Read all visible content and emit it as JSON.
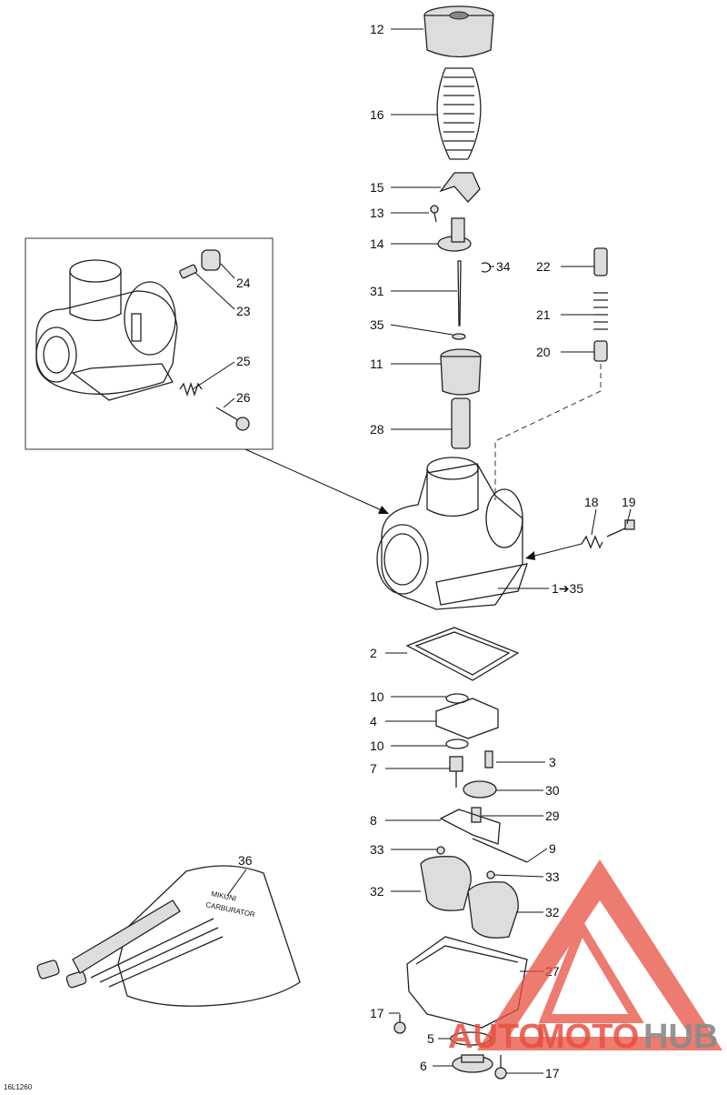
{
  "figure_code": "16L1260",
  "watermark": {
    "part1": "AUTO",
    "part2": "MOTO",
    "part3": "HUB",
    "color_red": "#e8503f",
    "color_gray": "#8a8a8a"
  },
  "labels": {
    "l12": "12",
    "l16": "16",
    "l15": "15",
    "l13": "13",
    "l14": "14",
    "l34": "34",
    "l22": "22",
    "l31": "31",
    "l21": "21",
    "l35": "35",
    "l20": "20",
    "l11": "11",
    "l28": "28",
    "l24": "24",
    "l23": "23",
    "l25": "25",
    "l26": "26",
    "l18": "18",
    "l19": "19",
    "l1": "1➔35",
    "l2": "2",
    "l10a": "10",
    "l4": "4",
    "l10b": "10",
    "l3": "3",
    "l7": "7",
    "l30": "30",
    "l8": "8",
    "l29": "29",
    "l33a": "33",
    "l9": "9",
    "l36": "36",
    "l32a": "32",
    "l33b": "33",
    "l32b": "32",
    "l27": "27",
    "l17a": "17",
    "l5": "5",
    "l6": "6",
    "l17b": "17"
  },
  "toolkit_text": {
    "brand": "MIKUNI",
    "line2": "CARBURATOR"
  }
}
